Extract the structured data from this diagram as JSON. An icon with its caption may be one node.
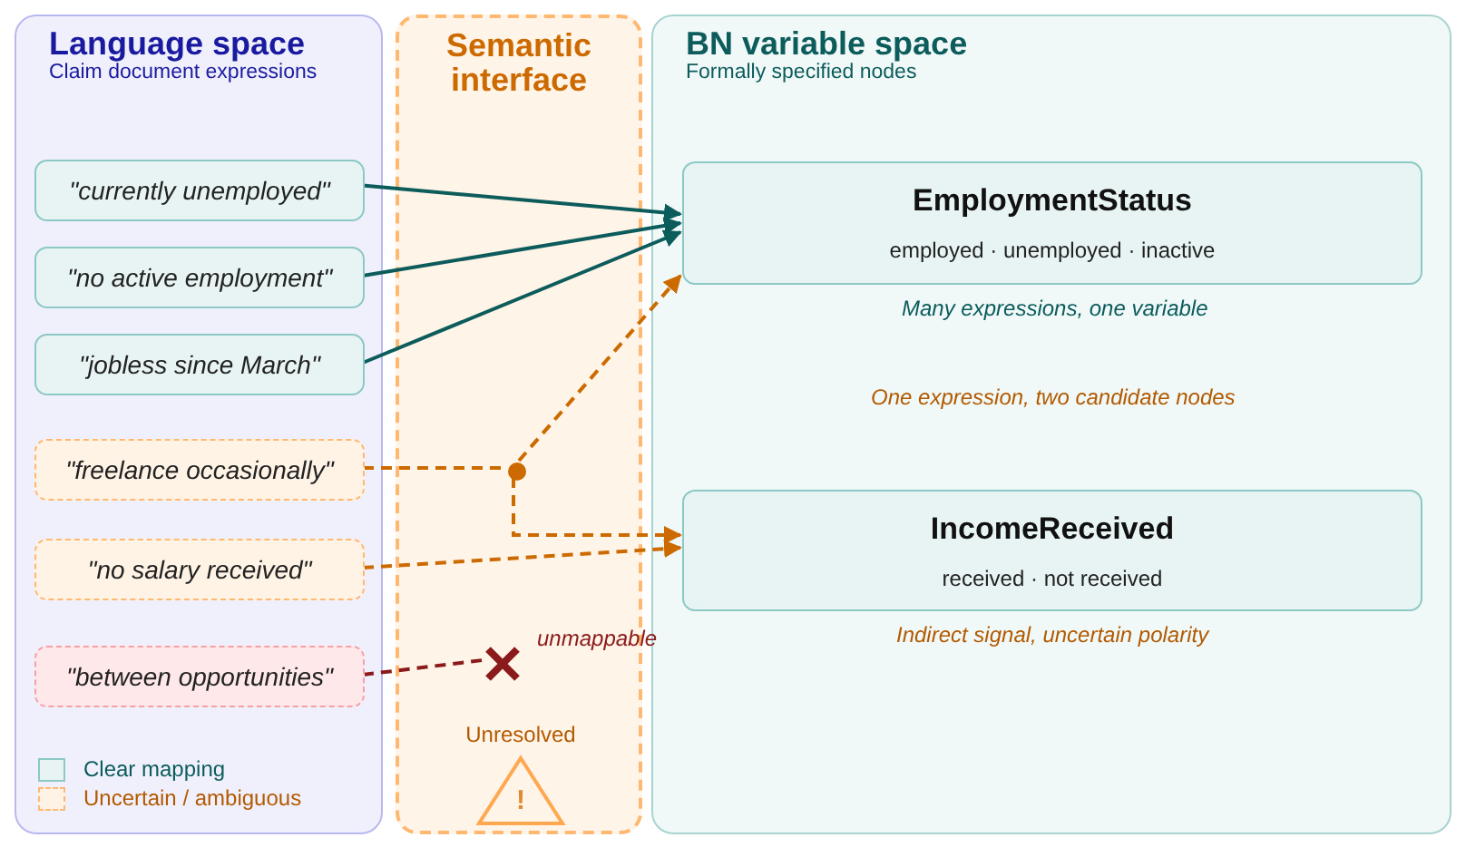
{
  "diagram": {
    "nodes": [
      {
        "text": [
          "Language space",
          "Claim document expressions"
        ]
      },
      {
        "text": [
          "Semantic interface"
        ]
      },
      {
        "text": [
          "BN variable space",
          "Formally specified nodes"
        ]
      },
      {
        "text": [
          "\"currently unemployed\""
        ],
        "in": 0
      },
      {
        "text": [
          "\"no active employment\""
        ],
        "in": 0
      },
      {
        "text": [
          "\"jobless since March\""
        ],
        "in": 0
      },
      {
        "text": [
          "\"freelance occasionally\""
        ],
        "in": 0
      },
      {
        "text": [
          "\"no salary received\""
        ],
        "in": 0
      },
      {
        "text": [
          "\"between opportunities\""
        ],
        "in": 0
      },
      {
        "text": [
          "EmploymentStatus",
          "employed · unemployed · inactive"
        ],
        "in": 2,
        "beside": [
          "Many expressions, one variable"
        ]
      },
      {
        "text": [
          "IncomeReceived",
          "received · not received"
        ],
        "in": 2,
        "beside": [
          "Indirect signal, uncertain polarity"
        ]
      },
      {
        "text": [],
        "shape": "circle",
        "in": 1
      },
      {
        "text": [],
        "shape": "cross",
        "in": 1,
        "beside": [
          "unmappable"
        ]
      },
      {
        "text": [
          "Unresolved",
          "!"
        ],
        "in": 1
      }
    ],
    "edges": [
      {
        "from": 3,
        "to": 9,
        "arrow": "to",
        "color": "#0d5c5c"
      },
      {
        "from": 4,
        "to": 9,
        "arrow": "to",
        "color": "#0d5c5c"
      },
      {
        "from": 5,
        "to": 9,
        "arrow": "to",
        "color": "#0d5c5c"
      },
      {
        "from": 6,
        "to": 11,
        "arrow": "none",
        "style": "dashed",
        "color": "#cc6a00"
      },
      {
        "from": 11,
        "to": 9,
        "arrow": "to",
        "style": "dashed",
        "color": "#cc6a00"
      },
      {
        "from": 11,
        "to": 10,
        "arrow": "to",
        "style": "dashed",
        "color": "#cc6a00"
      },
      {
        "from": 7,
        "to": 10,
        "arrow": "to",
        "style": "dashed",
        "color": "#cc6a00"
      },
      {
        "from": 8,
        "to": 12,
        "arrow": "none",
        "style": "dashed",
        "color": "#8b1a1a"
      }
    ],
    "labels": [
      "One expression, two candidate nodes"
    ],
    "legend": [
      {
        "text": "Clear mapping",
        "color": "#e8f4f4"
      },
      {
        "text": "Uncertain / ambiguous",
        "color": "#fff3e6"
      }
    ]
  }
}
